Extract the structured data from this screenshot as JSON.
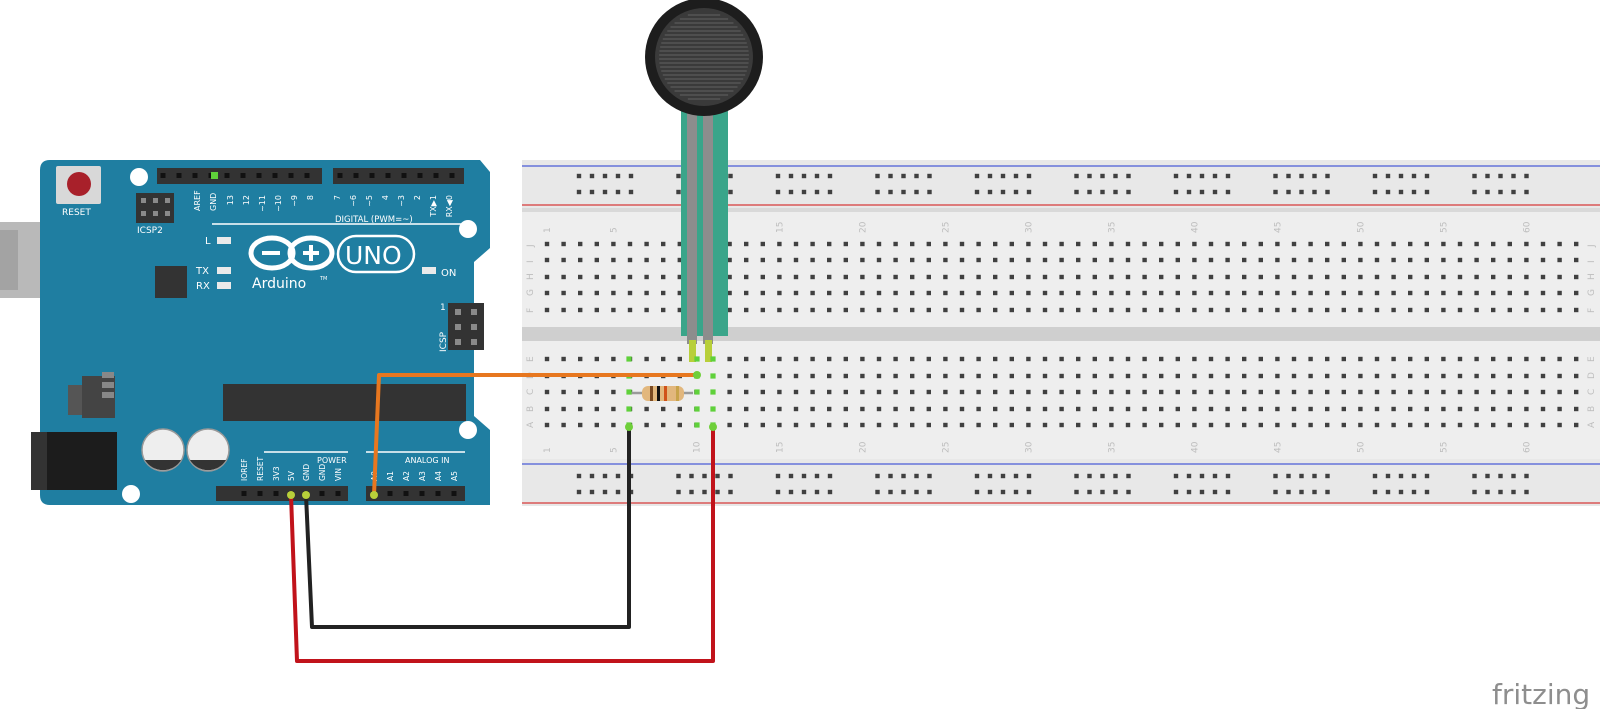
{
  "arduino": {
    "reset_label": "RESET",
    "icsp2_label": "ICSP2",
    "icsp_label": "ICSP",
    "icsp_pin1_label": "1",
    "aref_label": "AREF",
    "gnd_top_label": "GND",
    "digital_pins": [
      "13",
      "12",
      "~11",
      "~10",
      "~9",
      "8",
      "7",
      "~6",
      "~5",
      "4",
      "~3",
      "2",
      "TX▶1",
      "RX◀0"
    ],
    "digital_label": "DIGITAL (PWM=~)",
    "led_l_label": "L",
    "led_tx_label": "TX",
    "led_rx_label": "RX",
    "led_on_label": "ON",
    "brand_label": "Arduino",
    "model_label": "UNO",
    "tm_label": "TM",
    "power_label": "POWER",
    "power_pins": [
      "IOREF",
      "RESET",
      "3V3",
      "5V",
      "GND",
      "GND",
      "VIN"
    ],
    "analog_label": "ANALOG IN",
    "analog_pins": [
      "A0",
      "A1",
      "A2",
      "A3",
      "A4",
      "A5"
    ]
  },
  "breadboard": {
    "column_numbers": [
      "1",
      "5",
      "10",
      "15",
      "20",
      "25",
      "30",
      "35",
      "40",
      "45",
      "50",
      "55",
      "60"
    ],
    "rows_top": [
      "J",
      "I",
      "H",
      "G",
      "F"
    ],
    "rows_bottom": [
      "E",
      "D",
      "C",
      "B",
      "A"
    ]
  },
  "colors": {
    "board_blue": "#1f7ea1",
    "wire_orange": "#e7771f",
    "wire_red": "#c1131b",
    "wire_black": "#222222",
    "sensor_lead_green": "#3aa58a",
    "sensor_lead_gray": "#8d8d8d"
  },
  "logo": {
    "text": "fritzing"
  }
}
